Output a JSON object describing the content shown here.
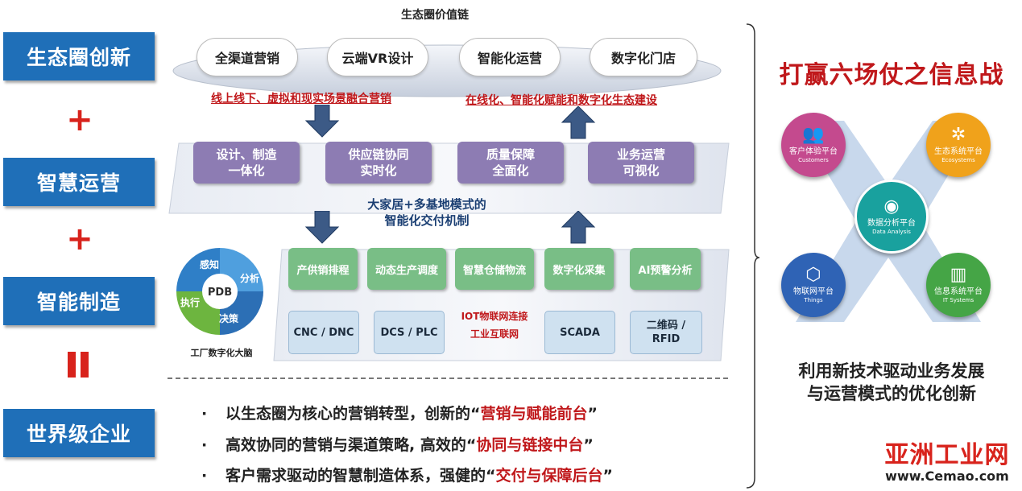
{
  "left_column": {
    "items": [
      "生态圈创新",
      "智慧运营",
      "智能制造",
      "世界级企业"
    ],
    "plus_sign": "+"
  },
  "center": {
    "title": "生态圈价值链",
    "clouds": [
      "全渠道营销",
      "云端VR设计",
      "智能化运营",
      "数字化门店"
    ],
    "red_left": "线上线下、虚拟和现实场景融合营销",
    "red_right": "在线化、智能化赋能和数字化生态建设",
    "purple_boxes": [
      {
        "line1": "设计、制造",
        "line2": "一体化"
      },
      {
        "line1": "供应链协同",
        "line2": "实时化"
      },
      {
        "line1": "质量保障",
        "line2": "全面化"
      },
      {
        "line1": "业务运营",
        "line2": "可视化"
      }
    ],
    "mode_line1": "大家居+多基地模式的",
    "mode_line2": "智能化交付机制",
    "green_boxes": [
      "产供销排程",
      "动态生产调度",
      "智慧仓储物流",
      "数字化采集",
      "AI预警分析"
    ],
    "blue_boxes": [
      {
        "line1": "CNC / DNC",
        "line2": ""
      },
      {
        "line1": "DCS / PLC",
        "line2": ""
      },
      {
        "line1": "SCADA",
        "line2": ""
      },
      {
        "line1": "二维码 /",
        "line2": "RFID"
      }
    ],
    "iot_label": "IOT物联网连接",
    "industrial_label": "工业互联网",
    "pdb": {
      "center": "PDB",
      "segments": [
        "感知",
        "分析",
        "决策",
        "执行"
      ],
      "caption": "工厂数字化大脑"
    }
  },
  "bullets": [
    {
      "text": "以生态圈为核心的营销转型，创新的",
      "quoted": "营销与赋能前台"
    },
    {
      "text": "高效协同的营销与渠道策略, 高效的",
      "quoted": "协同与链接中台"
    },
    {
      "text": "客户需求驱动的智慧制造体系，强健的",
      "quoted": "交付与保障后台"
    }
  ],
  "right": {
    "title": "打赢六场仗之信息战",
    "circles": [
      {
        "cn": "客户体验平台",
        "en": "Customers",
        "icon": "people-icon",
        "color": "#c44a8e"
      },
      {
        "cn": "生态系统平台",
        "en": "Ecosystems",
        "icon": "network-icon",
        "color": "#f0a21b"
      },
      {
        "cn": "数据分析平台",
        "en": "Data Analysis",
        "icon": "eye-icon",
        "color": "#19a19e"
      },
      {
        "cn": "物联网平台",
        "en": "Things",
        "icon": "cube-icon",
        "color": "#2f63b5"
      },
      {
        "cn": "信息系统平台",
        "en": "IT Systems",
        "icon": "bar-chart-icon",
        "color": "#45a546"
      }
    ],
    "bottom_line1": "利用新技术驱动业务发展",
    "bottom_line2": "与运营模式的优化创新",
    "logo_cn": "亚洲工业网",
    "logo_url": "www.Cemao.com"
  }
}
